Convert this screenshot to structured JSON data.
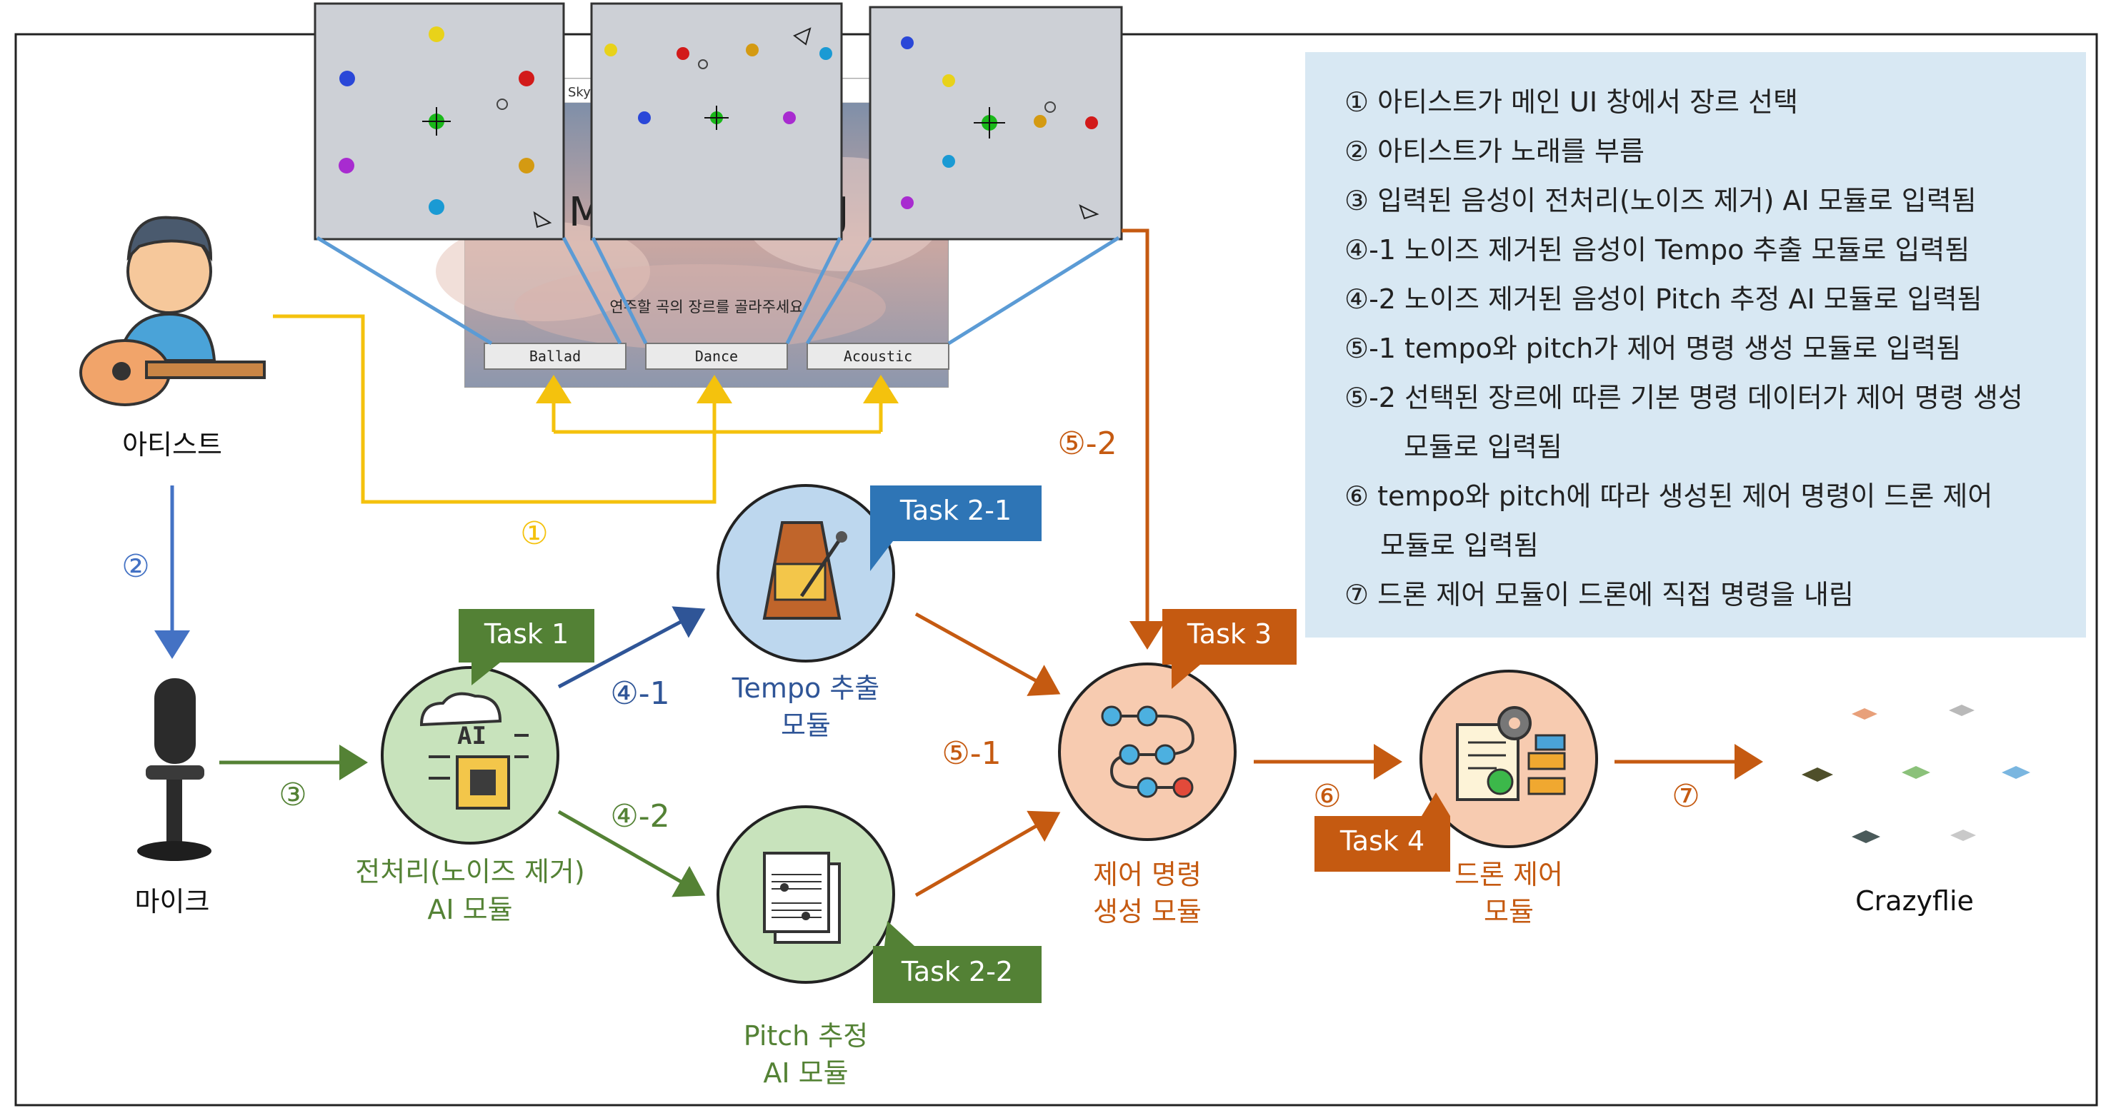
{
  "colors": {
    "yellow": "#f4c20d",
    "blue": "#4472c4",
    "green": "#548235",
    "orange": "#c55a11",
    "navy": "#2f5597",
    "light_blue": "#5b9bd5",
    "task_green": "#538135",
    "task_blue": "#2e75b6",
    "task_orange": "#c55a11",
    "note_bg": "#d8e8f3"
  },
  "nodes": {
    "artist": "아티스트",
    "mic": "마이크",
    "preproc_line1": "전처리(노이즈 제거)",
    "preproc_line2": "AI 모듈",
    "tempo_line1": "Tempo 추출",
    "tempo_line2": "모듈",
    "pitch_line1": "Pitch 추정",
    "pitch_line2": "AI 모듈",
    "cmdgen_line1": "제어 명령",
    "cmdgen_line2": "생성 모듈",
    "drone_line1": "드론 제어",
    "drone_line2": "모듈",
    "crazyflie": "Crazyflie"
  },
  "tasks": {
    "task1": "Task 1",
    "task21": "Task 2-1",
    "task22": "Task 2-2",
    "task3": "Task 3",
    "task4": "Task 4"
  },
  "steps": {
    "s1": "①",
    "s2": "②",
    "s3": "③",
    "s41": "④-1",
    "s42": "④-2",
    "s51": "⑤-1",
    "s52": "⑤-2",
    "s6": "⑥",
    "s7": "⑦"
  },
  "ui_window": {
    "title": "Sky",
    "prompt": "연주할 곡의 장르를 골라주세요",
    "buttons": [
      "Ballad",
      "Dance",
      "Acoustic"
    ],
    "big_text_left": "M",
    "big_text_right": "J"
  },
  "icons": {
    "preproc": "ai-chip-icon",
    "tempo": "metronome-icon",
    "pitch": "sheet-music-icon",
    "cmdgen": "flow-nodes-icon",
    "drone": "gear-document-icon",
    "artist": "guitarist-icon",
    "mic": "microphone-icon",
    "crazyflie": "drone-swarm-icon"
  },
  "notes": [
    "① 아티스트가 메인 UI 창에서 장르 선택",
    "② 아티스트가 노래를 부름",
    "③ 입력된 음성이 전처리(노이즈 제거) AI 모듈로 입력됨",
    "④-1 노이즈 제거된 음성이 Tempo 추출 모듈로 입력됨",
    "④-2 노이즈 제거된 음성이 Pitch 추정 AI 모듈로 입력됨",
    "⑤-1 tempo와 pitch가 제어 명령 생성 모듈로 입력됨",
    "⑤-2 선택된 장르에 따른 기본 명령 데이터가 제어 명령 생성",
    "모듈로 입력됨",
    "⑥ tempo와 pitch에 따라 생성된 제어 명령이 드론 제어",
    "모듈로 입력됨",
    "⑦ 드론 제어 모듈이 드론에 직접 명령을 내림"
  ]
}
